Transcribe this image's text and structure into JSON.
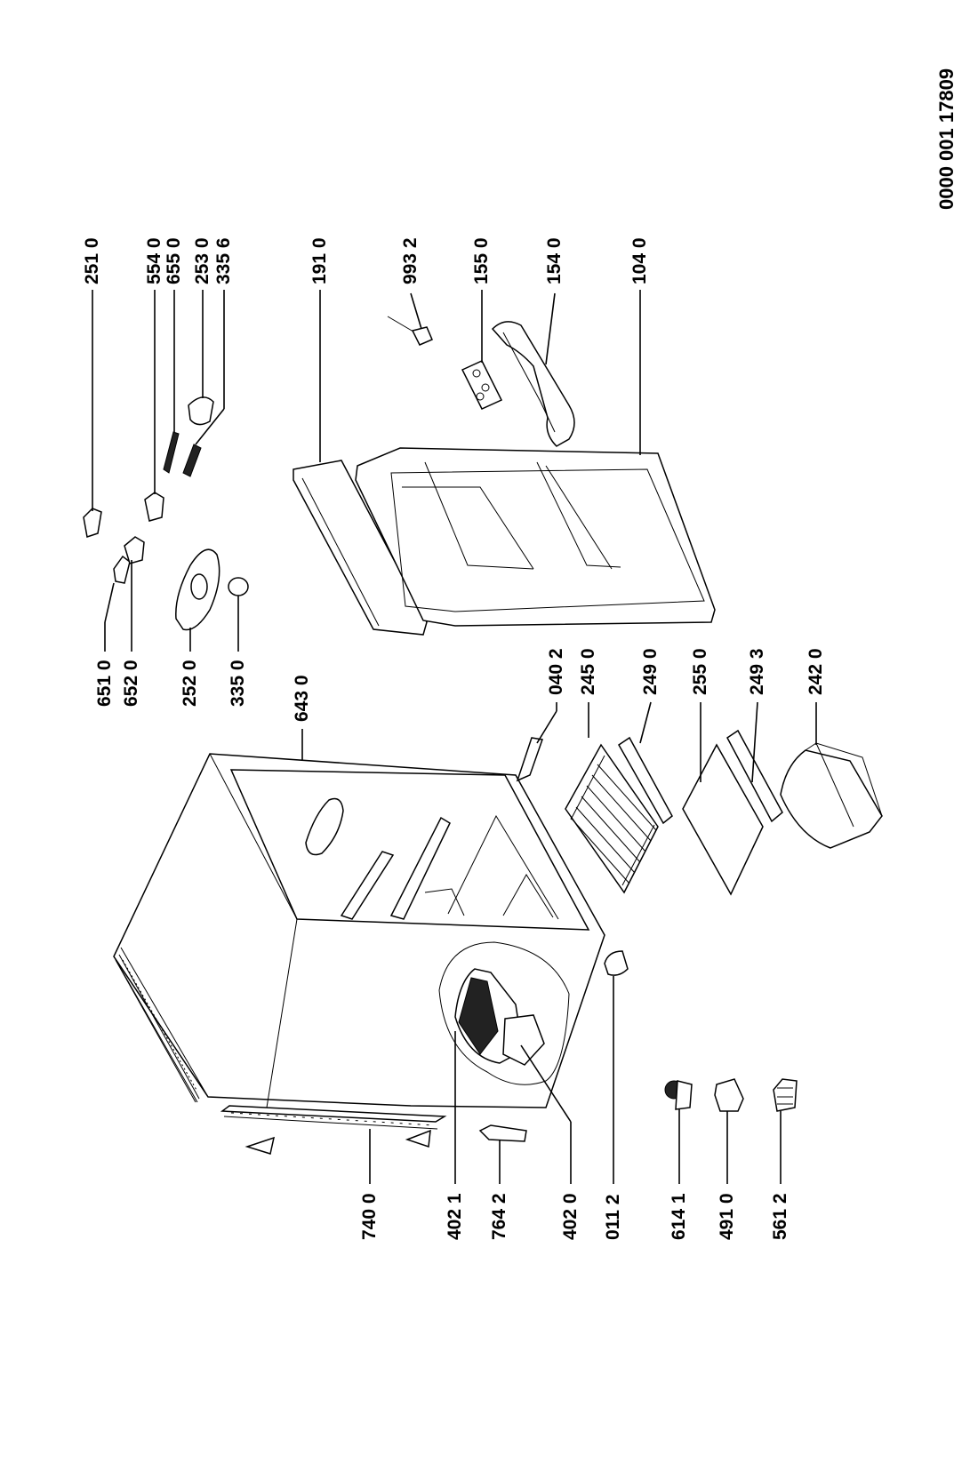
{
  "document_number": "0000  001 17809",
  "part_labels": {
    "p251_0": "251 0",
    "p554_0": "554 0",
    "p655_0": "655 0",
    "p253_0": "253 0",
    "p335_6": "335 6",
    "p191_0": "191 0",
    "p993_2": "993 2",
    "p155_0": "155 0",
    "p154_0": "154 0",
    "p104_0": "104 0",
    "p651_0": "651 0",
    "p652_0": "652 0",
    "p252_0": "252 0",
    "p335_0": "335 0",
    "p643_0": "643 0",
    "p040_2": "040 2",
    "p245_0": "245 0",
    "p249_0": "249 0",
    "p255_0": "255 0",
    "p249_3": "249 3",
    "p242_0": "242 0",
    "p740_0": "740 0",
    "p402_1": "402 1",
    "p764_2": "764 2",
    "p402_0": "402 0",
    "p011_2": "011 2",
    "p614_1": "614 1",
    "p491_0": "491 0",
    "p561_2": "561 2"
  }
}
